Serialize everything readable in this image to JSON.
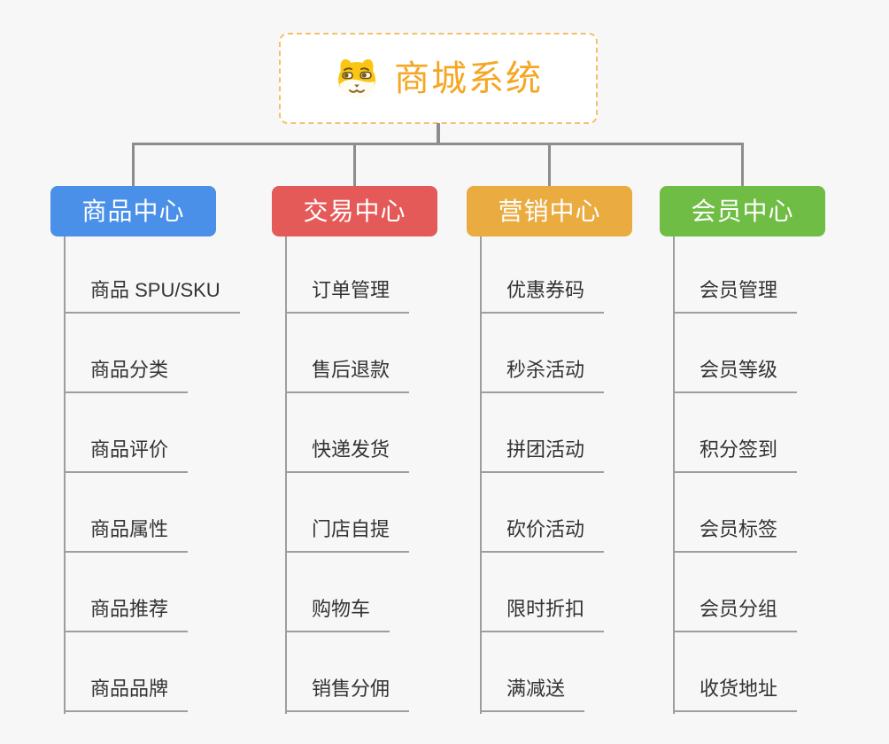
{
  "root": {
    "title": "商城系统",
    "icon": "doge-icon",
    "accent_color": "#f5a623",
    "border_color": "#f4c06e"
  },
  "connector_color": "#8d8d8d",
  "leaf_line_color": "#9e9e9e",
  "background_color": "#f7f7f7",
  "branches": [
    {
      "label": "商品中心",
      "color": "#4a90e8",
      "items": [
        "商品 SPU/SKU",
        "商品分类",
        "商品评价",
        "商品属性",
        "商品推荐",
        "商品品牌"
      ]
    },
    {
      "label": "交易中心",
      "color": "#e45a58",
      "items": [
        "订单管理",
        "售后退款",
        "快递发货",
        "门店自提",
        "购物车",
        "销售分佣"
      ]
    },
    {
      "label": "营销中心",
      "color": "#eaab40",
      "items": [
        "优惠券码",
        "秒杀活动",
        "拼团活动",
        "砍价活动",
        "限时折扣",
        "满减送"
      ]
    },
    {
      "label": "会员中心",
      "color": "#6fbd44",
      "items": [
        "会员管理",
        "会员等级",
        "积分签到",
        "会员标签",
        "会员分组",
        "收货地址"
      ]
    }
  ]
}
